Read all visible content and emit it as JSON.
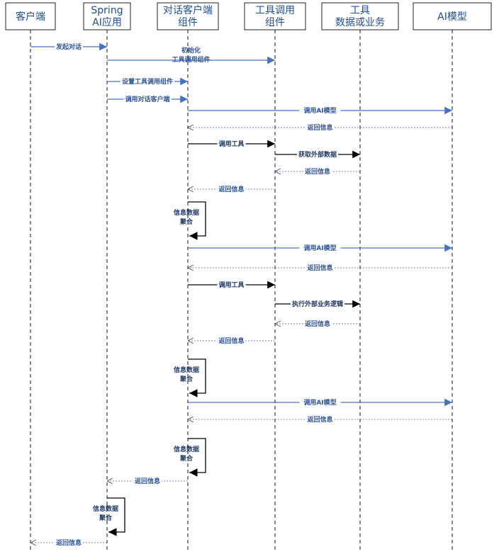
{
  "participants": [
    {
      "id": "client",
      "lines": [
        "客户端"
      ]
    },
    {
      "id": "spring",
      "lines": [
        "Spring",
        "AI应用"
      ]
    },
    {
      "id": "chat",
      "lines": [
        "对话客户端",
        "组件"
      ]
    },
    {
      "id": "tool",
      "lines": [
        "工具调用",
        "组件"
      ]
    },
    {
      "id": "data",
      "lines": [
        "工具",
        "数据或业务"
      ]
    },
    {
      "id": "ai",
      "lines": [
        "AI模型"
      ]
    }
  ],
  "messages": [
    {
      "from": "client",
      "to": "spring",
      "type": "call",
      "color": "blue",
      "lines": [
        "发起对话"
      ]
    },
    {
      "from": "spring",
      "to": "tool",
      "type": "call",
      "color": "blue",
      "lines": [
        "初始化",
        "工具调用组件"
      ]
    },
    {
      "from": "spring",
      "to": "chat",
      "type": "call",
      "color": "blue",
      "lines": [
        "设置工具调用组件"
      ]
    },
    {
      "from": "spring",
      "to": "chat",
      "type": "call",
      "color": "blue",
      "lines": [
        "调用对话客户端"
      ]
    },
    {
      "from": "chat",
      "to": "ai",
      "type": "call",
      "color": "blue",
      "lines": [
        "调用AI模型"
      ]
    },
    {
      "from": "ai",
      "to": "chat",
      "type": "return",
      "color": "blue",
      "lines": [
        "返回信息"
      ]
    },
    {
      "from": "chat",
      "to": "tool",
      "type": "call",
      "color": "black",
      "lines": [
        "调用工具"
      ]
    },
    {
      "from": "tool",
      "to": "data",
      "type": "call",
      "color": "black",
      "lines": [
        "获取外部数据"
      ]
    },
    {
      "from": "data",
      "to": "tool",
      "type": "return",
      "color": "blue",
      "lines": [
        "返回信息"
      ]
    },
    {
      "from": "tool",
      "to": "chat",
      "type": "return",
      "color": "blue",
      "lines": [
        "返回信息"
      ]
    },
    {
      "from": "chat",
      "to": "chat",
      "type": "self",
      "color": "black",
      "lines": [
        "信息数据",
        "聚合"
      ]
    },
    {
      "from": "chat",
      "to": "ai",
      "type": "call",
      "color": "blue",
      "lines": [
        "调用AI模型"
      ]
    },
    {
      "from": "ai",
      "to": "chat",
      "type": "return",
      "color": "blue",
      "lines": [
        "返回信息"
      ]
    },
    {
      "from": "chat",
      "to": "tool",
      "type": "call",
      "color": "black",
      "lines": [
        "调用工具"
      ]
    },
    {
      "from": "tool",
      "to": "data",
      "type": "call",
      "color": "black",
      "lines": [
        "执行外部业务逻辑"
      ]
    },
    {
      "from": "data",
      "to": "tool",
      "type": "return",
      "color": "blue",
      "lines": [
        "返回信息"
      ]
    },
    {
      "from": "tool",
      "to": "chat",
      "type": "return",
      "color": "blue",
      "lines": [
        "返回信息"
      ]
    },
    {
      "from": "chat",
      "to": "chat",
      "type": "self",
      "color": "black",
      "lines": [
        "信息数据",
        "聚合"
      ]
    },
    {
      "from": "chat",
      "to": "ai",
      "type": "call",
      "color": "blue",
      "lines": [
        "调用AI模型"
      ]
    },
    {
      "from": "ai",
      "to": "chat",
      "type": "return",
      "color": "blue",
      "lines": [
        "返回信息"
      ]
    },
    {
      "from": "chat",
      "to": "chat",
      "type": "self",
      "color": "black",
      "lines": [
        "信息数据",
        "聚合"
      ]
    },
    {
      "from": "chat",
      "to": "spring",
      "type": "return",
      "color": "blue",
      "lines": [
        "返回信息"
      ]
    },
    {
      "from": "spring",
      "to": "spring",
      "type": "self",
      "color": "black",
      "lines": [
        "信息数据",
        "聚合"
      ]
    },
    {
      "from": "spring",
      "to": "client",
      "type": "return",
      "color": "blue",
      "lines": [
        "返回信息"
      ]
    }
  ],
  "colors": {
    "blue": "#4472c4",
    "black": "#000000",
    "header_text": "#1f4e8c"
  }
}
